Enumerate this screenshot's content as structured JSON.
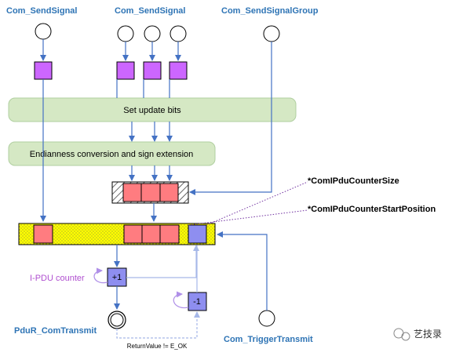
{
  "labels": {
    "send_signal_1": "Com_SendSignal",
    "send_signal_2": "Com_SendSignal",
    "send_signal_group": "Com_SendSignalGroup",
    "set_update_bits": "Set update bits",
    "endianness": "Endianness conversion and sign extension",
    "counter_size": "ComIPduCounterSize",
    "counter_start": "ComIPduCounterStartPosition",
    "ipdu_counter": "I-PDU counter",
    "plus_one": "+1",
    "minus_one": "-1",
    "pdur_transmit": "PduR_ComTransmit",
    "trigger_transmit": "Com_TriggerTransmit",
    "return_value": "ReturnValue != E_OK",
    "asterisk": "*",
    "watermark": "艺技录"
  },
  "colors": {
    "api_text": "#2e74b5",
    "process_fill": "#d5e8c4",
    "process_stroke": "#b0cfa0",
    "signal_fill": "#cc66ff",
    "buffer_red": "#ff7c80",
    "buffer_yellow": "#ffff00",
    "counter_fill": "#8e8ef0",
    "arrow": "#4472c4",
    "arrow_light": "#a6b8e8",
    "counter_loop": "#b090e8",
    "dotted_link": "#7030a0"
  }
}
